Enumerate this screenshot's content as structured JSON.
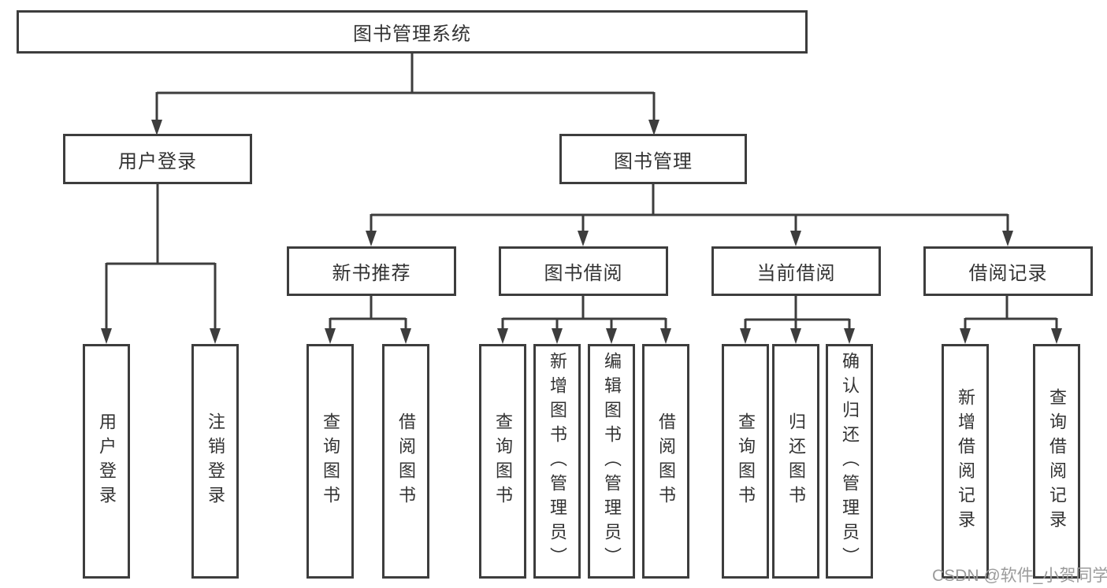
{
  "tree": {
    "root": {
      "label": "图书管理系统"
    },
    "branches": [
      {
        "label": "用户登录",
        "leaves": [
          {
            "label": "用户登录"
          },
          {
            "label": "注销登录"
          }
        ]
      },
      {
        "label": "图书管理",
        "sections": [
          {
            "label": "新书推荐",
            "leaves": [
              {
                "label": "查询图书"
              },
              {
                "label": "借阅图书"
              }
            ]
          },
          {
            "label": "图书借阅",
            "leaves": [
              {
                "label": "查询图书"
              },
              {
                "label": "新增图书（管理员）"
              },
              {
                "label": "编辑图书（管理员）"
              },
              {
                "label": "借阅图书"
              }
            ]
          },
          {
            "label": "当前借阅",
            "leaves": [
              {
                "label": "查询图书"
              },
              {
                "label": "归还图书"
              },
              {
                "label": "确认归还（管理员）"
              }
            ]
          },
          {
            "label": "借阅记录",
            "leaves": [
              {
                "label": "新增借阅记录"
              },
              {
                "label": "查询借阅记录"
              }
            ]
          }
        ]
      }
    ]
  },
  "watermark": {
    "text": "CSDN @软件_小贺同学"
  },
  "colors": {
    "line": "#3d3d3d",
    "text": "#333333",
    "background": "#ffffff",
    "watermark": "#9b9b9b"
  }
}
